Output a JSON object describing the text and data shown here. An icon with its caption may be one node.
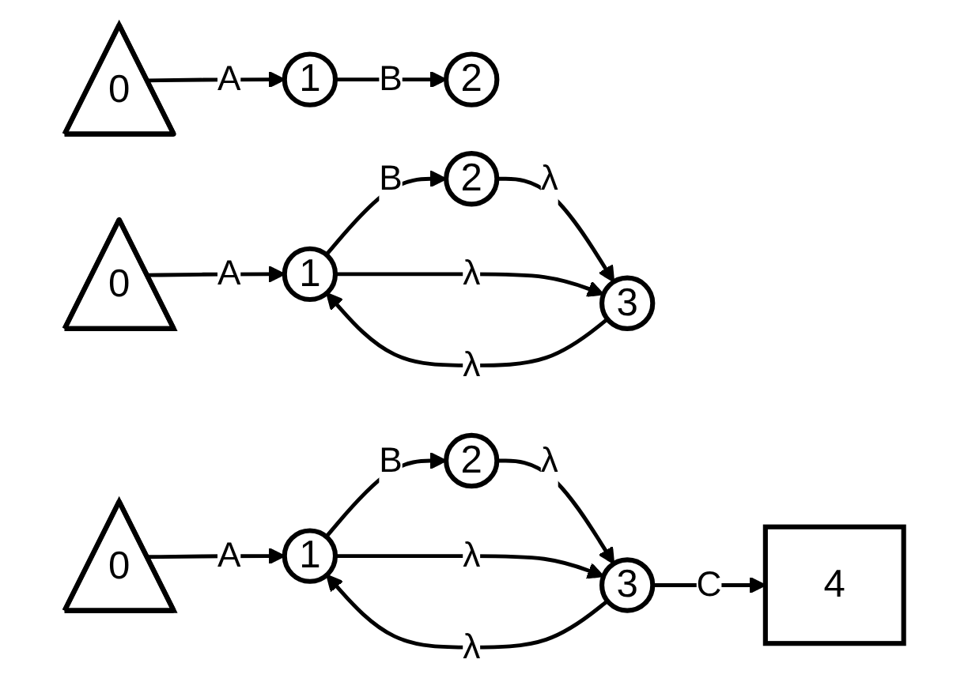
{
  "diagram": {
    "nodes": [
      {
        "text": [
          "0"
        ]
      },
      {
        "text": [
          "1"
        ]
      },
      {
        "text": [
          "2"
        ]
      },
      {
        "text": [
          "0"
        ]
      },
      {
        "text": [
          "1"
        ]
      },
      {
        "text": [
          "2"
        ]
      },
      {
        "text": [
          "3"
        ]
      },
      {
        "text": [
          "0"
        ]
      },
      {
        "text": [
          "1"
        ]
      },
      {
        "text": [
          "2"
        ]
      },
      {
        "text": [
          "3"
        ]
      },
      {
        "text": [
          "4"
        ]
      }
    ],
    "edges": [
      {
        "from": 0,
        "to": 1,
        "arrow": "to",
        "label": "A"
      },
      {
        "from": 1,
        "to": 2,
        "arrow": "to",
        "label": "B"
      },
      {
        "from": 3,
        "to": 4,
        "arrow": "to",
        "label": "A"
      },
      {
        "from": 4,
        "to": 5,
        "arrow": "to",
        "label": "B"
      },
      {
        "from": 5,
        "to": 6,
        "arrow": "to",
        "label": "λ"
      },
      {
        "from": 4,
        "to": 6,
        "arrow": "to",
        "label": "λ"
      },
      {
        "from": 6,
        "to": 4,
        "arrow": "to",
        "label": "λ"
      },
      {
        "from": 7,
        "to": 8,
        "arrow": "to",
        "label": "A"
      },
      {
        "from": 8,
        "to": 9,
        "arrow": "to",
        "label": "B"
      },
      {
        "from": 9,
        "to": 10,
        "arrow": "to",
        "label": "λ"
      },
      {
        "from": 8,
        "to": 10,
        "arrow": "to",
        "label": "λ"
      },
      {
        "from": 10,
        "to": 8,
        "arrow": "to",
        "label": "λ"
      },
      {
        "from": 10,
        "to": 11,
        "arrow": "to",
        "label": "C"
      }
    ]
  }
}
